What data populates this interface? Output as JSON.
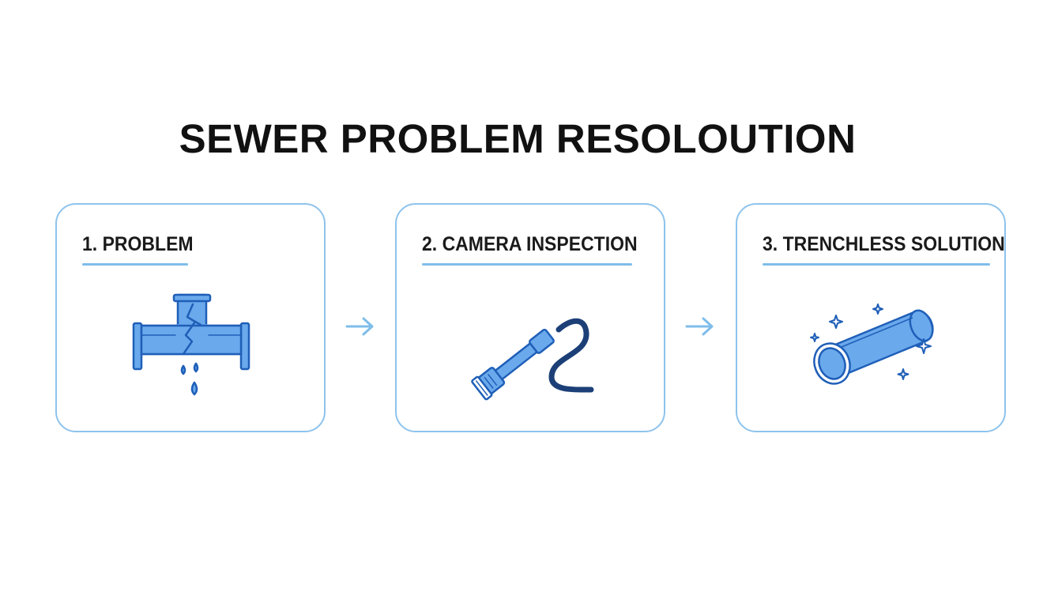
{
  "title": "SEWER PROBLEM RESOLOUTION",
  "steps": [
    {
      "label": "1. PROBLEM",
      "icon": "cracked-leaking-pipe-icon"
    },
    {
      "label": "2. CAMERA INSPECTION",
      "icon": "inspection-camera-cable-icon"
    },
    {
      "label": "3. TRENCHLESS SOLUTION",
      "icon": "new-pipe-sparkle-icon"
    }
  ],
  "connector_icon": "arrow-right-icon",
  "colors": {
    "title": "#111111",
    "card_border": "#8ec3ec",
    "underline": "#7fbde9",
    "icon_fill": "#6aa9ec",
    "icon_stroke": "#1f5fb8",
    "cable": "#1c3f77",
    "arrow": "#7fbde9"
  }
}
